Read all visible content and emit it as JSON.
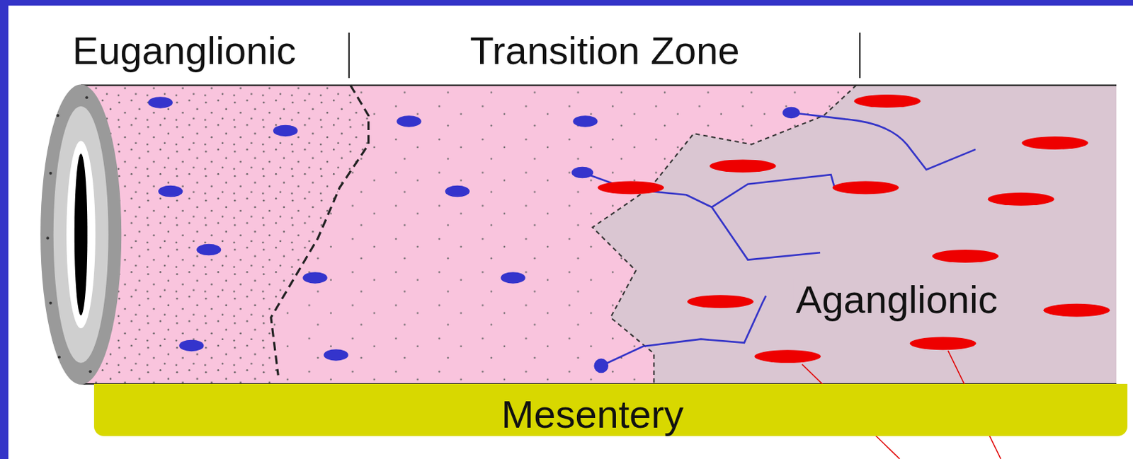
{
  "diagram": {
    "nodes": [
      {
        "text": [
          "Mesentery"
        ]
      }
    ],
    "labels": [
      "Euganglionic",
      "Transition Zone",
      "Aganglionic"
    ]
  }
}
